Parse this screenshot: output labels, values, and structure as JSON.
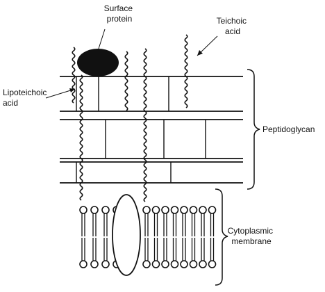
{
  "labels": {
    "surface_protein": [
      "Surface",
      "protein"
    ],
    "teichoic_acid": [
      "Teichoic",
      "acid"
    ],
    "lipoteichoic_acid": [
      "Lipoteichoic",
      "acid"
    ],
    "peptidoglycan": "Peptidoglycan",
    "cytoplasmic_membrane": [
      "Cytoplasmic",
      "membrane"
    ]
  },
  "colors": {
    "ink": "#111111",
    "background": "#ffffff"
  }
}
